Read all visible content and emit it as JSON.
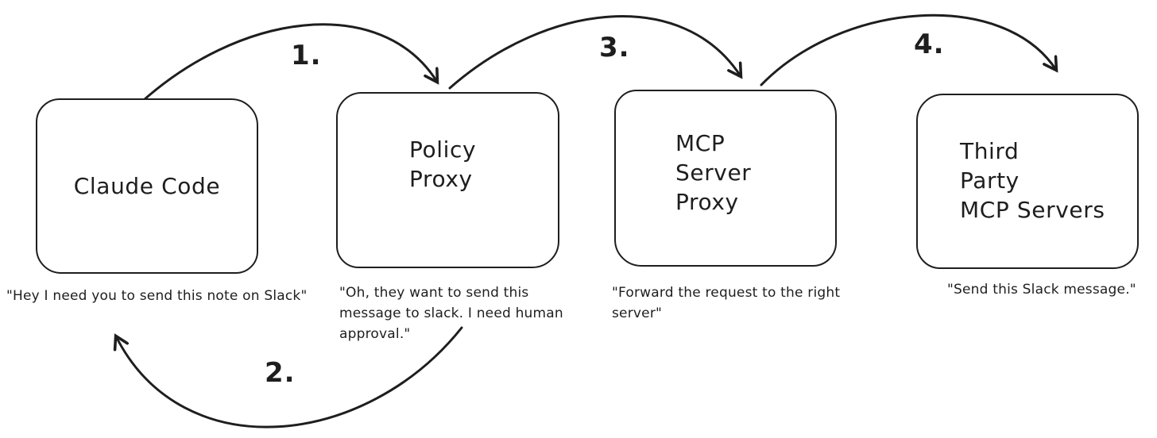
{
  "canvas": {
    "background": "#ffffff",
    "ink_color": "#1e1e1e"
  },
  "nodes": [
    {
      "id": "claude-code",
      "label_lines": [
        "Claude Code"
      ],
      "caption": "\"Hey I need you to send this note on Slack\""
    },
    {
      "id": "policy-proxy",
      "label_lines": [
        "Policy",
        "Proxy"
      ],
      "caption": "\"Oh, they want to send this message to slack. I need human approval.\""
    },
    {
      "id": "mcp-server-proxy",
      "label_lines": [
        "MCP",
        "Server",
        "Proxy"
      ],
      "caption": "\"Forward the request to the right server\""
    },
    {
      "id": "third-party-mcp-servers",
      "label_lines": [
        "Third",
        "Party",
        "MCP Servers"
      ],
      "caption": "\"Send this Slack message.\""
    }
  ],
  "arrows": [
    {
      "label": "1.",
      "from": "claude-code",
      "to": "policy-proxy"
    },
    {
      "label": "2.",
      "from": "policy-proxy",
      "to": "claude-code"
    },
    {
      "label": "3.",
      "from": "policy-proxy",
      "to": "mcp-server-proxy"
    },
    {
      "label": "4.",
      "from": "mcp-server-proxy",
      "to": "third-party-mcp-servers"
    }
  ]
}
